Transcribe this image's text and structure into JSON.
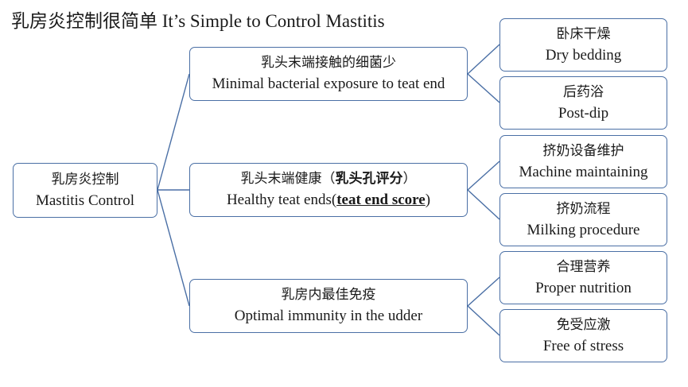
{
  "title": {
    "zh": "乳房炎控制很简单",
    "en": "It’s Simple to Control Mastitis"
  },
  "root": {
    "zh": "乳房炎控制",
    "en": "Mastitis Control"
  },
  "branches": [
    {
      "zh": "乳头末端接触的细菌少",
      "en": "Minimal bacterial exposure to teat end",
      "leaves": [
        {
          "zh": "卧床干燥",
          "en": "Dry bedding"
        },
        {
          "zh": "后药浴",
          "en": "Post-dip"
        }
      ]
    },
    {
      "zh_pre": "乳头末端健康（",
      "zh_bold": "乳头孔评分",
      "zh_post": "）",
      "en_pre": "Healthy teat ends(",
      "en_bold": "teat end score",
      "en_post": ")",
      "leaves": [
        {
          "zh": "挤奶设备维护",
          "en": "Machine maintaining"
        },
        {
          "zh": "挤奶流程",
          "en": "Milking procedure"
        }
      ]
    },
    {
      "zh": "乳房内最佳免疫",
      "en": "Optimal immunity in the udder",
      "leaves": [
        {
          "zh": "合理营养",
          "en": "Proper nutrition"
        },
        {
          "zh": "免受应激",
          "en": "Free of stress"
        }
      ]
    }
  ],
  "colors": {
    "border": "#4a6fa5",
    "text": "#1a1a1a"
  }
}
